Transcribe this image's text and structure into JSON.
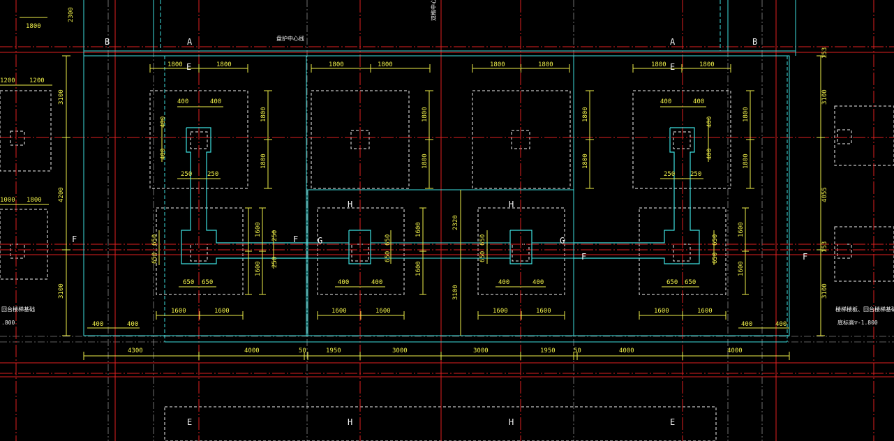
{
  "colors": {
    "background": "#000000",
    "outline": "#3ee0e0",
    "axis": "#e02020",
    "dimension": "#f0f04a",
    "hidden": "#f5f5f5",
    "label": "#f5f5f5"
  },
  "labels": {
    "A": "A",
    "B": "B",
    "E": "E",
    "F": "F",
    "G": "G",
    "H": "H"
  },
  "notes": {
    "center_line": "盘护中心线",
    "top_vertical": "双格中心线",
    "right_title": "楼梯楼板、回台楼梯基础",
    "left_title": "回台楼梯基础",
    "right_elevation": "底标高▽-1.800",
    "left_elevation": ".800"
  },
  "dims": {
    "d1800": "1800",
    "d1200": "1200",
    "d2300": "2300",
    "d3100": "3100",
    "d4200": "4200",
    "d4055": "4055",
    "d400": "400",
    "d250": "250",
    "d650": "650",
    "d1600": "1600",
    "d2320": "2320",
    "d3100b": "3100",
    "d4300": "4300",
    "d4000": "4000",
    "d50": "50",
    "d1950": "1950",
    "d3000": "3000",
    "d1000": "1000",
    "d153": "153",
    "d1200b": "1200"
  }
}
